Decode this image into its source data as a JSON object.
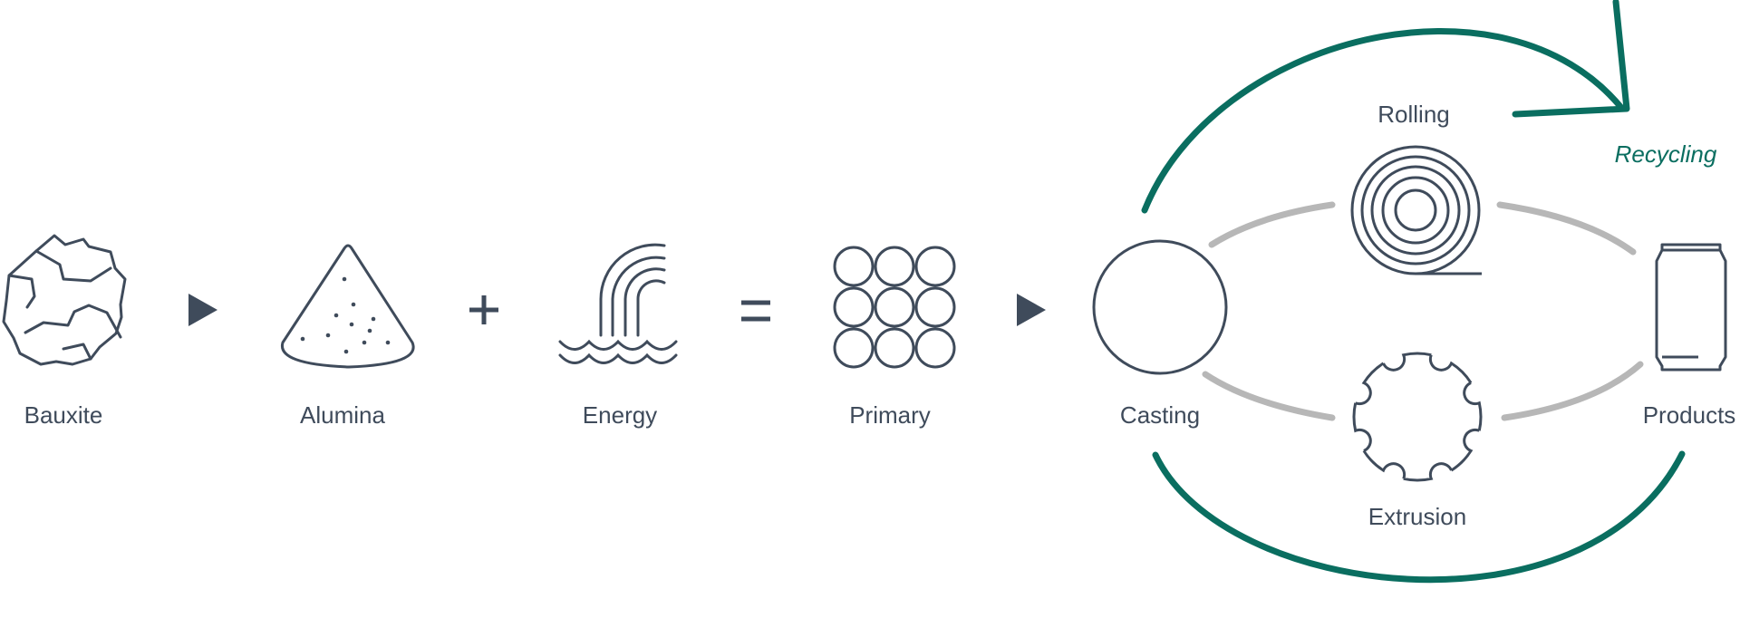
{
  "labels": {
    "bauxite": "Bauxite",
    "alumina": "Alumina",
    "energy": "Energy",
    "primary": "Primary",
    "casting": "Casting",
    "rolling": "Rolling",
    "extrusion": "Extrusion",
    "products": "Products",
    "recycling": "Recycling"
  },
  "operators": {
    "plus": "+",
    "equals": "="
  },
  "colors": {
    "icon_stroke": "#3f4b5b",
    "recycle_green": "#0a6e60",
    "connector_gray": "#b7b7b7"
  },
  "icons": [
    "bauxite-rock-icon",
    "alumina-pile-icon",
    "energy-hydro-icon",
    "primary-ingots-icon",
    "casting-circle-icon",
    "rolling-coil-icon",
    "extrusion-die-icon",
    "products-can-icon"
  ]
}
